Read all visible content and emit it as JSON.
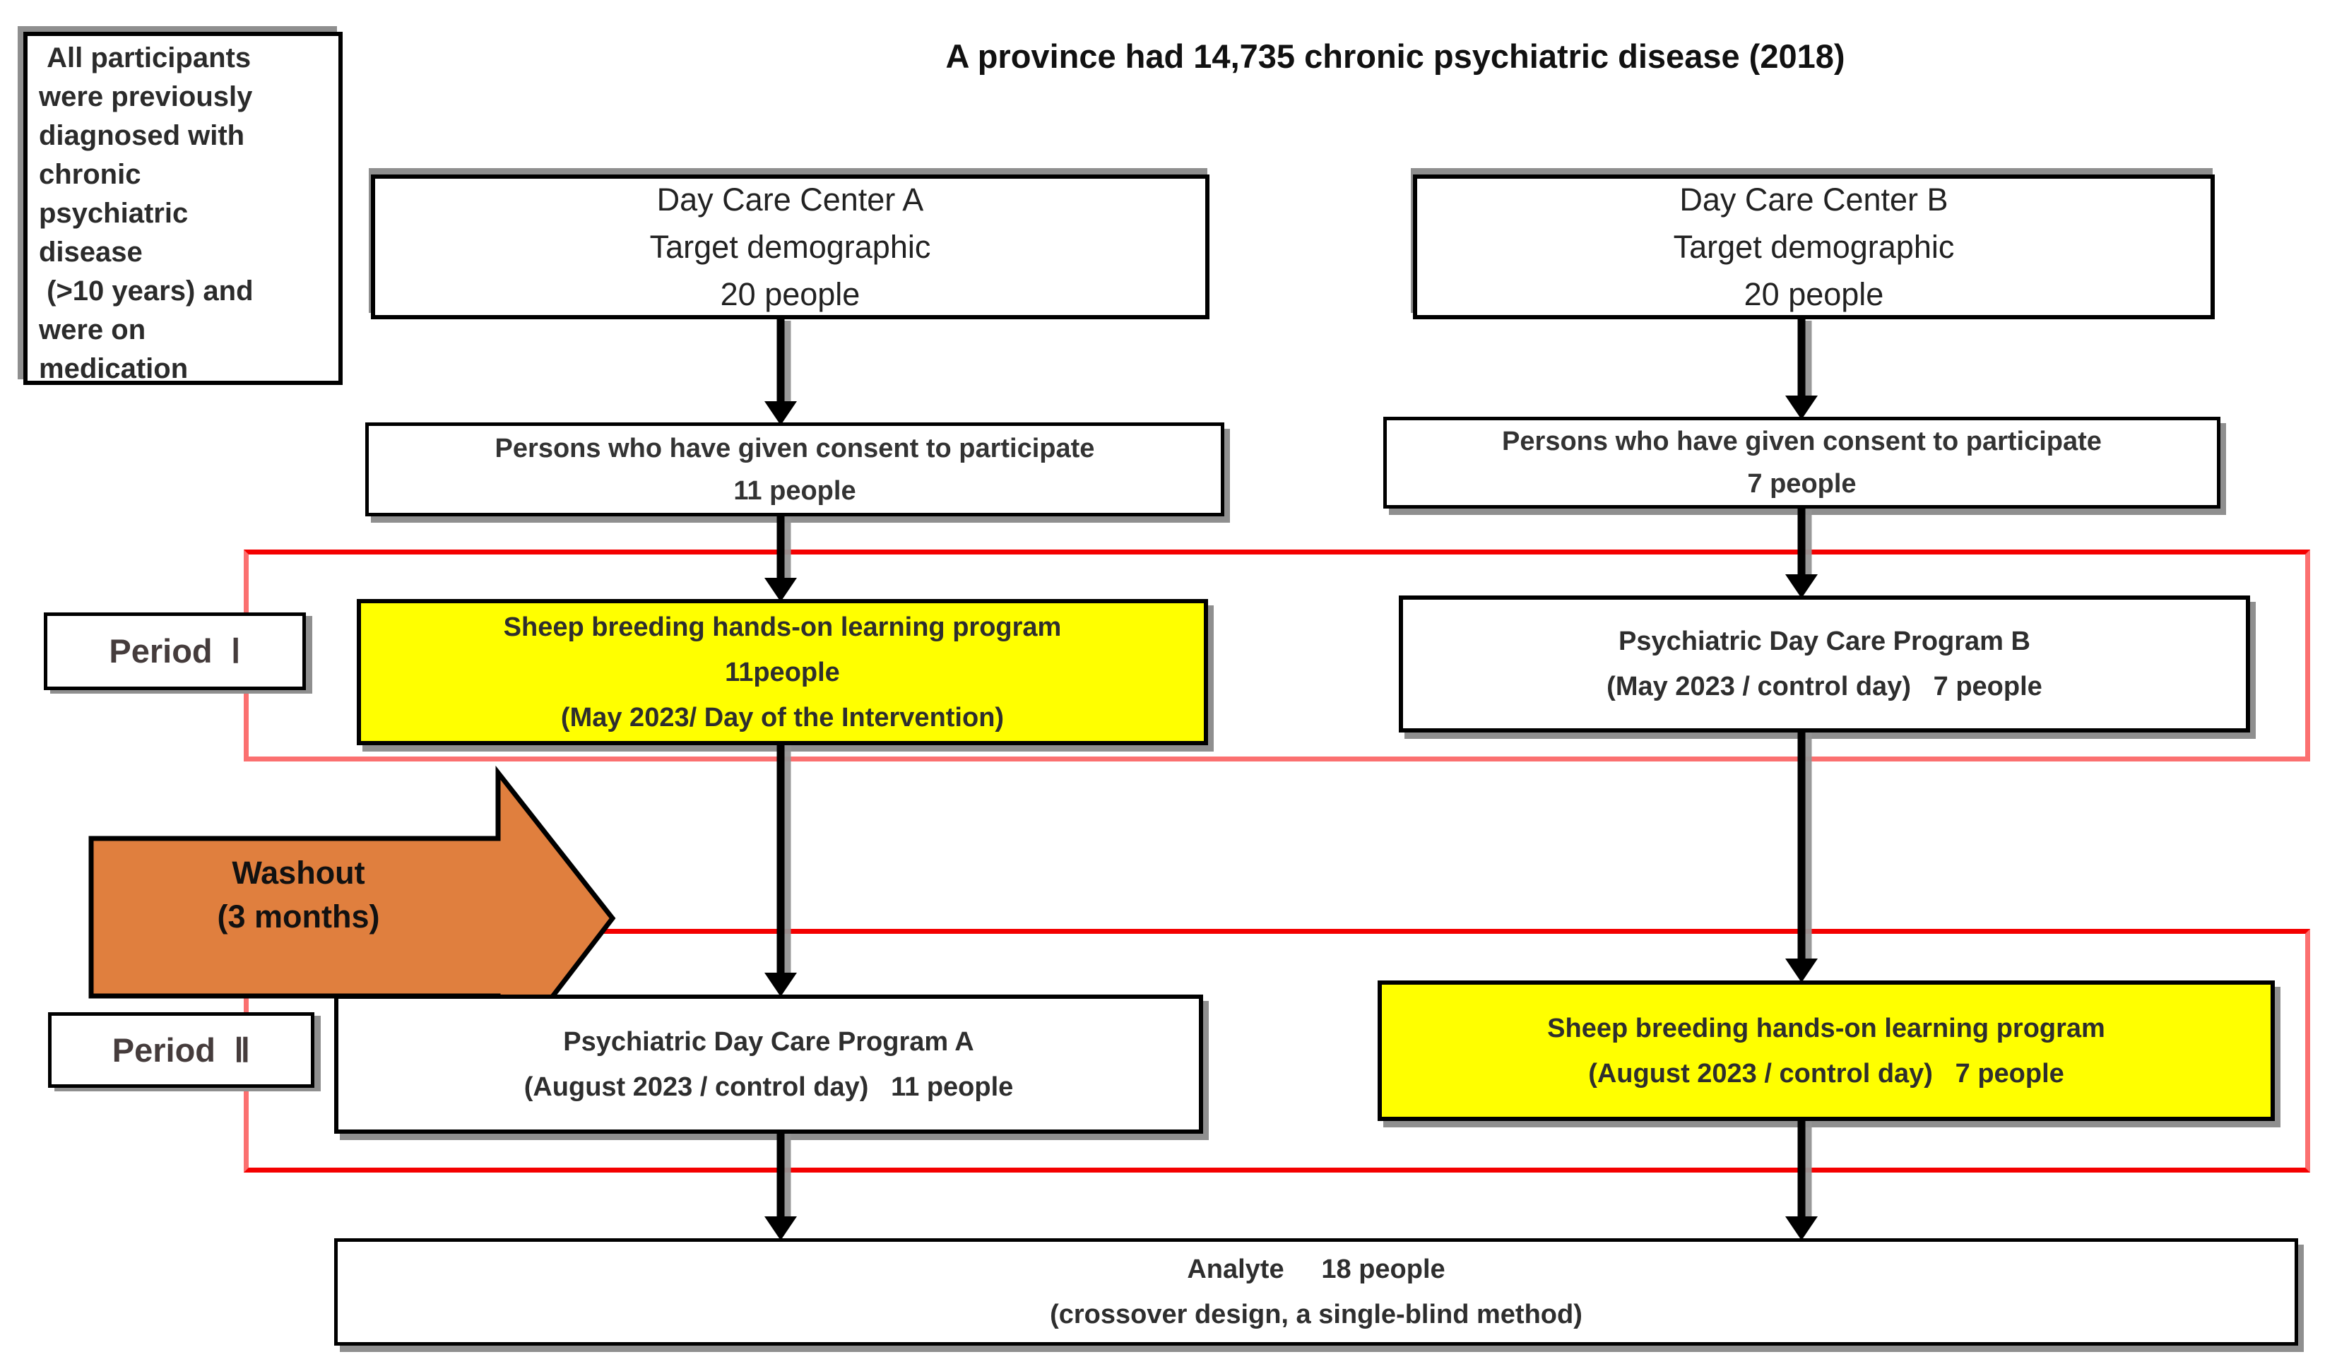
{
  "title": "A province had 14,735 chronic psychiatric disease (2018)",
  "note_box": {
    "text": " All participants\nwere previously\ndiagnosed with\nchronic\npsychiatric\ndisease\n (>10 years) and\nwere on\nmedication"
  },
  "centers": {
    "a": "Day Care Center A\nTarget demographic\n20 people",
    "b": "Day Care Center B\nTarget demographic\n20 people"
  },
  "consent": {
    "a": "Persons who have given consent to participate\n11 people",
    "b": "Persons who have given consent to participate\n7 people"
  },
  "period1": {
    "label": "Period  Ⅰ",
    "intervention_a": "Sheep breeding hands-on learning program\n11people\n(May 2023/ Day of the Intervention)",
    "control_b": "Psychiatric Day Care Program B\n(May 2023 / control day)   7 people"
  },
  "washout": {
    "label": "Washout\n(3 months)"
  },
  "period2": {
    "label": "Period  Ⅱ",
    "control_a": "Psychiatric Day Care Program A\n(August 2023 / control day)   11 people",
    "intervention_b": "Sheep breeding hands-on learning program\n(August 2023 / control day)   7 people"
  },
  "analyte": {
    "text": "Analyte     18 people\n(crossover design, a single-blind method)"
  },
  "colors": {
    "highlight_yellow": "#ffff00",
    "washout_orange": "#e07f3e",
    "period_outline_red": "#f40000",
    "period_outline_pink": "#fb7070",
    "box_border_black": "#000000",
    "shadow_gray": "#8f8f8f"
  }
}
